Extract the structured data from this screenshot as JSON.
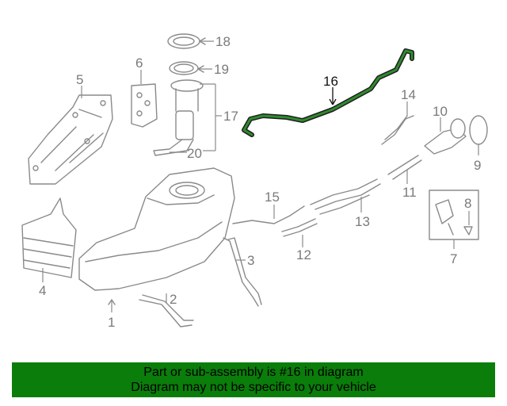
{
  "callouts": {
    "n1": "1",
    "n2": "2",
    "n3": "3",
    "n4": "4",
    "n5": "5",
    "n6": "6",
    "n7": "7",
    "n8": "8",
    "n9": "9",
    "n10": "10",
    "n11": "11",
    "n12": "12",
    "n13": "13",
    "n14": "14",
    "n15": "15",
    "n16": "16",
    "n17": "17",
    "n18": "18",
    "n19": "19",
    "n20": "20"
  },
  "highlight": {
    "part": "16",
    "color": "#1f6b1f"
  },
  "banner": {
    "line1": "Part or sub-assembly is #16 in diagram",
    "line2": "Diagram may not be specific to your vehicle",
    "background": "#0a7d0a"
  }
}
